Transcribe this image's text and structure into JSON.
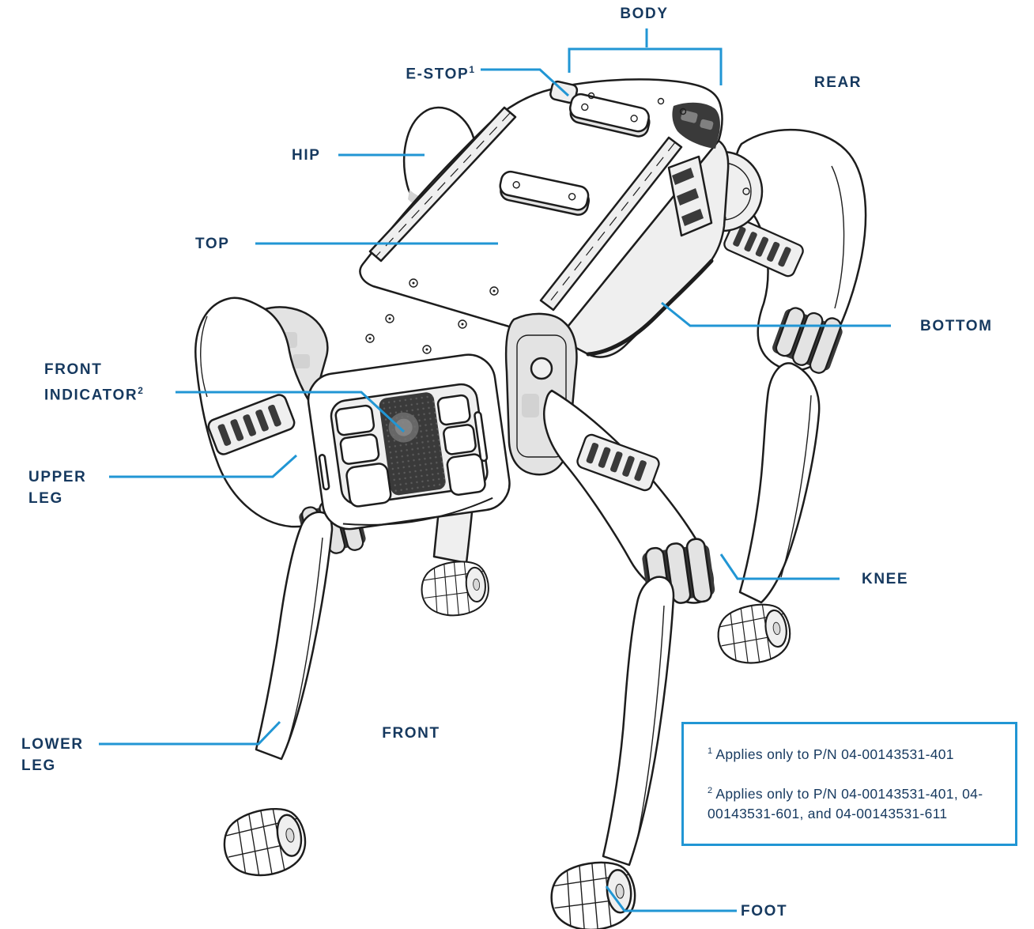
{
  "diagram": {
    "labels": {
      "body": "BODY",
      "e_stop": {
        "text": "E-STOP",
        "sup": "1"
      },
      "rear": "REAR",
      "hip": "HIP",
      "top": "TOP",
      "front_indicator": {
        "line1": "FRONT",
        "line2": "INDICATOR",
        "sup": "2"
      },
      "upper_leg": {
        "line1": "UPPER",
        "line2": "LEG"
      },
      "bottom": "BOTTOM",
      "knee": "KNEE",
      "lower_leg": {
        "line1": "LOWER",
        "line2": "LEG"
      },
      "front": "FRONT",
      "foot": "FOOT"
    },
    "footnotes": [
      {
        "sup": "1",
        "text": "Applies only to P/N 04-00143531-401"
      },
      {
        "sup": "2",
        "text": "Applies only to P/N 04-00143531-401, 04-00143531-601, and 04-00143531-611"
      }
    ],
    "colors": {
      "label_text": "#16395f",
      "leader_line": "#2196d4",
      "line_art": "#1d1d1d",
      "background": "#ffffff"
    }
  }
}
